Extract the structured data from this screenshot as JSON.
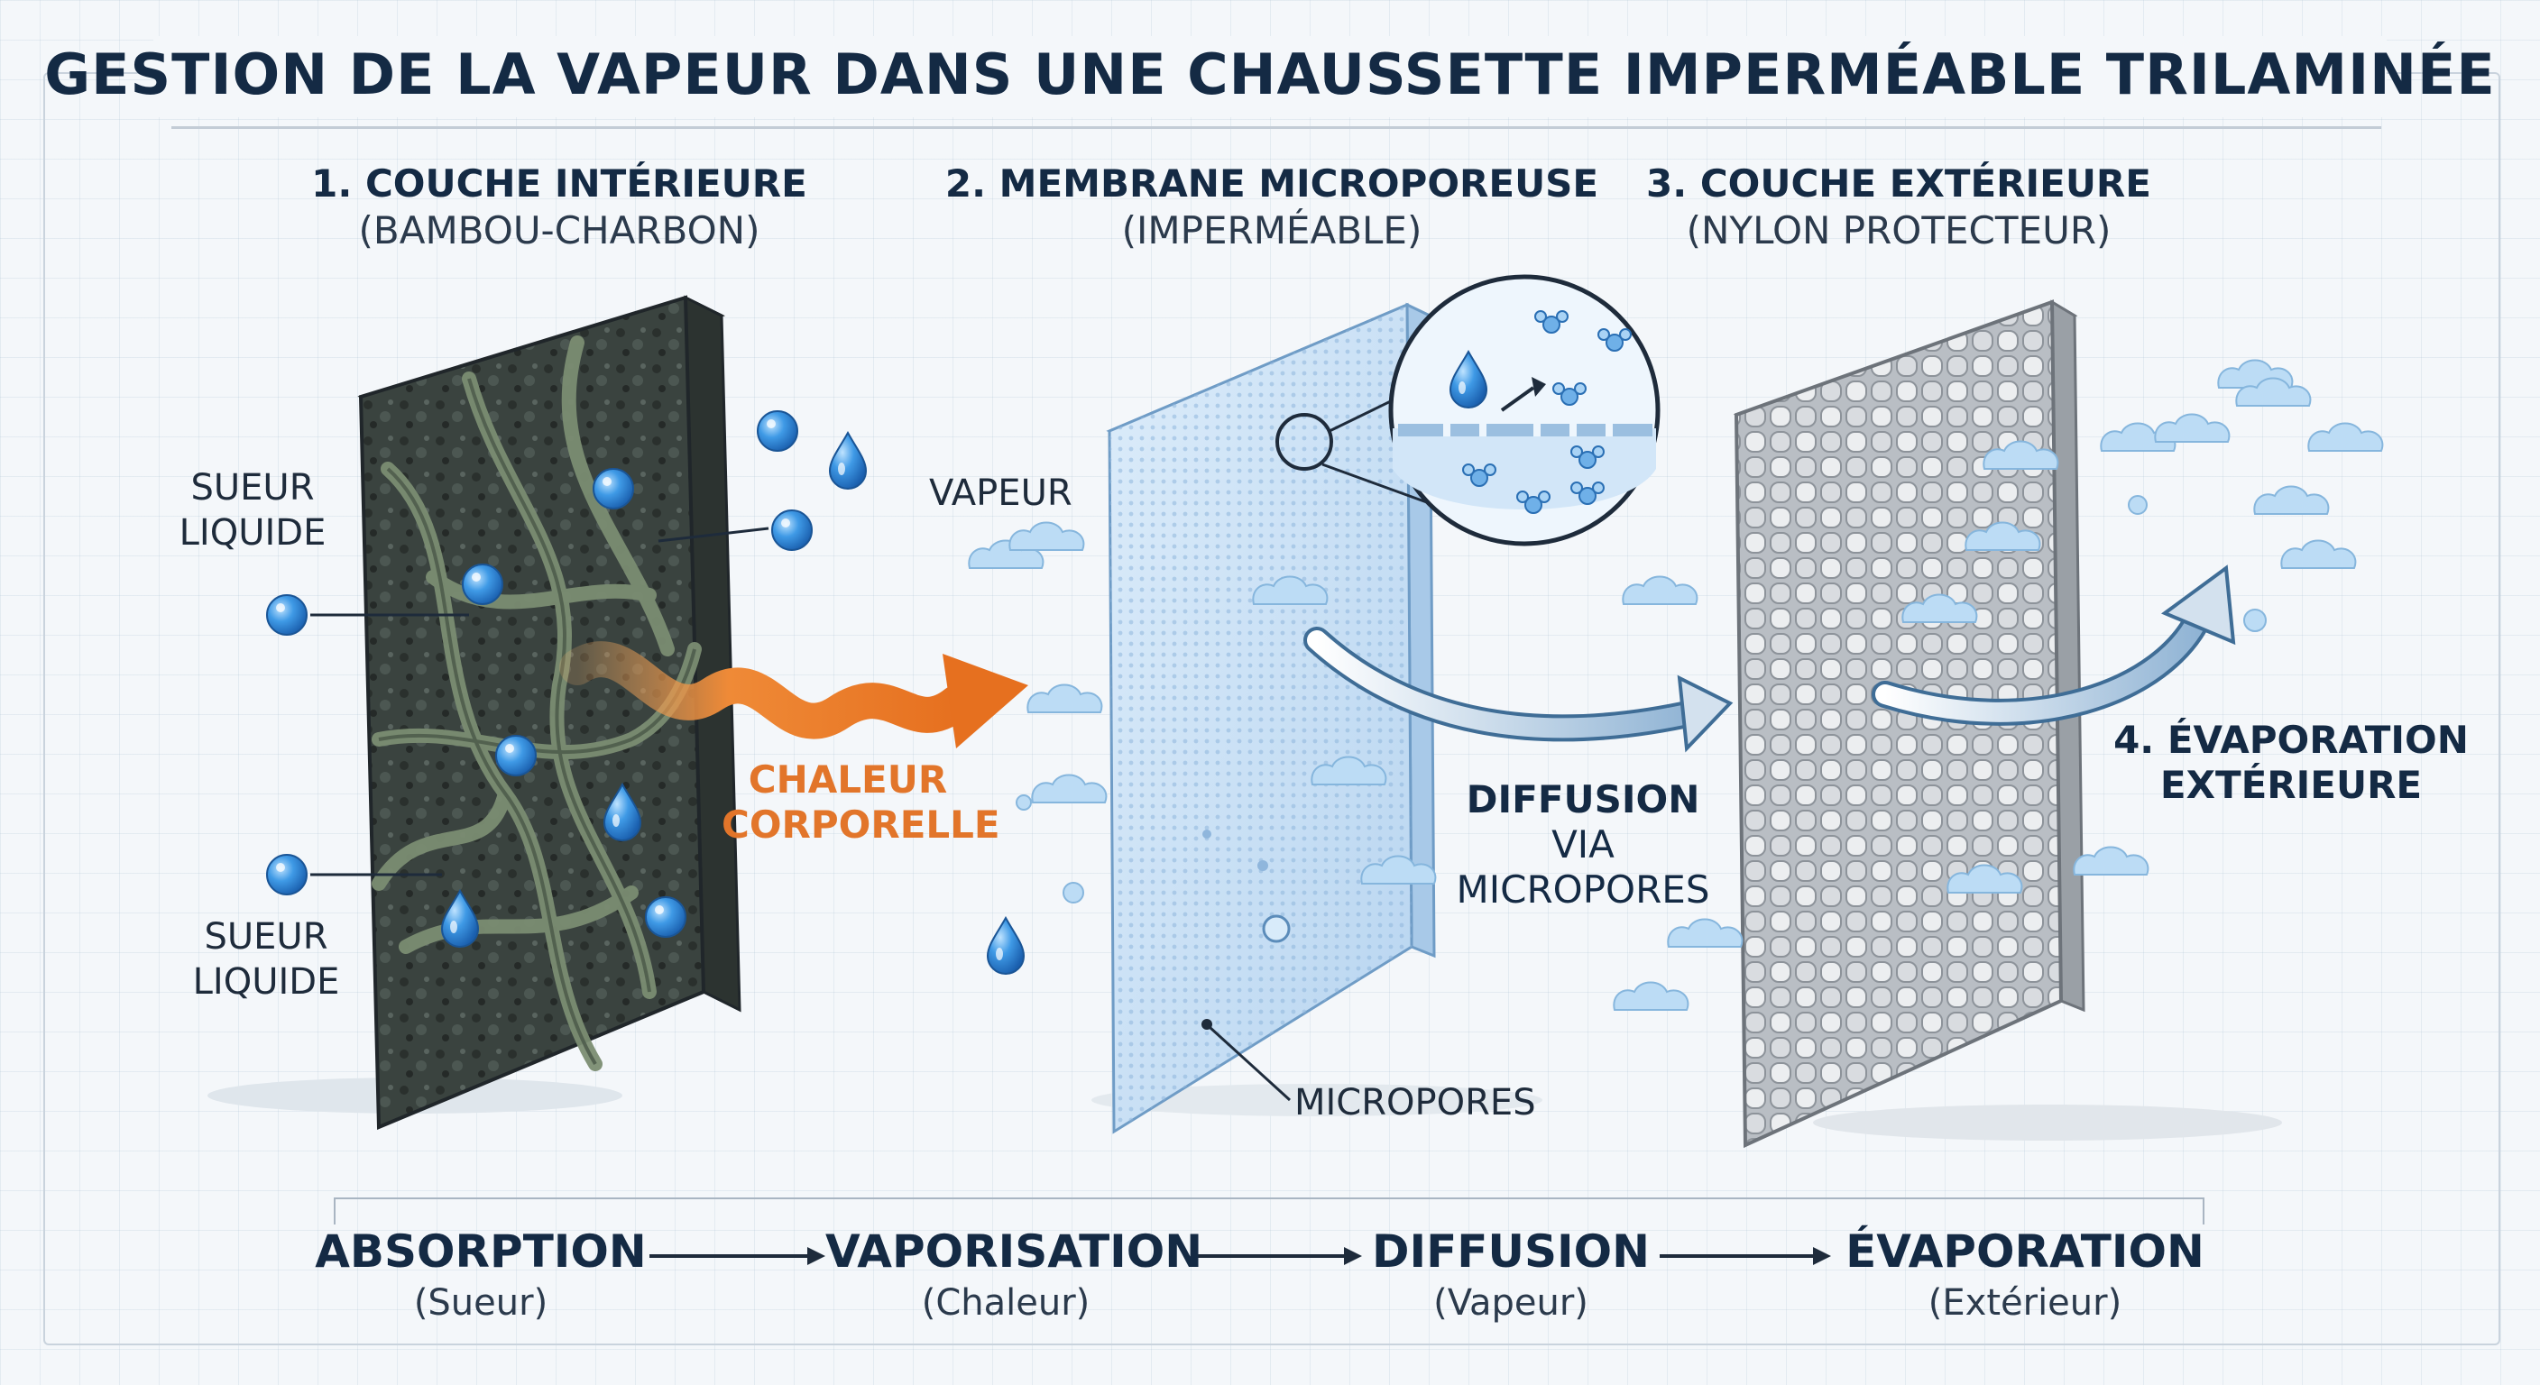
{
  "title": "GESTION DE LA VAPEUR DANS UNE CHAUSSETTE IMPERMÉABLE TRILAMINÉE",
  "layers": [
    {
      "title": "1. COUCHE INTÉRIEURE",
      "subtitle": "(BAMBOU-CHARBON)"
    },
    {
      "title": "2. MEMBRANE MICROPOREUSE",
      "subtitle": "(IMPERMÉABLE)"
    },
    {
      "title": "3. COUCHE EXTÉRIEURE",
      "subtitle": "(NYLON PROTECTEUR)"
    }
  ],
  "labels": {
    "sweat_top_l1": "SUEUR",
    "sweat_top_l2": "LIQUIDE",
    "sweat_bottom_l1": "SUEUR",
    "sweat_bottom_l2": "LIQUIDE",
    "vapor": "VAPEUR",
    "heat_l1": "CHALEUR",
    "heat_l2": "CORPORELLE",
    "micropores": "MICROPORES",
    "diffusion_bold": "DIFFUSION",
    "diffusion_rest": " VIA",
    "diffusion_l2": "MICROPORES",
    "evap_l1": "4. ÉVAPORATION",
    "evap_l2": "EXTÉRIEURE"
  },
  "process": [
    {
      "title": "ABSORPTION",
      "sub": "(Sueur)"
    },
    {
      "title": "VAPORISATION",
      "sub": "(Chaleur)"
    },
    {
      "title": "DIFFUSION",
      "sub": "(Vapeur)"
    },
    {
      "title": "ÉVAPORATION",
      "sub": "(Extérieur)"
    }
  ],
  "colors": {
    "title": "#142a44",
    "heat_arrow": "#e2752a",
    "water": "#2f8fe0",
    "vapor": "#b9d9f3",
    "membrane": "#cfe3f6",
    "charcoal": "#3d4743",
    "fiber": "#6f806a",
    "nylon": "#c9cdd2"
  }
}
